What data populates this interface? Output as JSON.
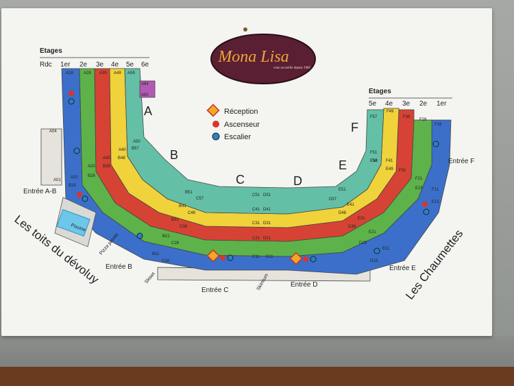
{
  "brand": {
    "name": "Mona Lisa",
    "tagline": "vous accueille depuis 1985"
  },
  "legend": [
    {
      "label": "Réception",
      "icon": "reception-icon",
      "color": "#f5a623"
    },
    {
      "label": "Ascenseur",
      "icon": "elevator-icon",
      "color": "#d9362b"
    },
    {
      "label": "Escalier",
      "icon": "stairs-icon",
      "color": "#2f7fc1"
    }
  ],
  "floors_left": {
    "title": "Etages",
    "labels": [
      "Rdc",
      "1er",
      "2e",
      "3e",
      "4e",
      "5e",
      "6e"
    ]
  },
  "floors_right": {
    "title": "Etages",
    "labels": [
      "5e",
      "4e",
      "3e",
      "2e",
      "1er"
    ]
  },
  "floor_colors": {
    "rdc": "#e9e6df",
    "1": "#3b6fc9",
    "2": "#5db34a",
    "3": "#d64334",
    "4": "#f0d23a",
    "5": "#63c0a6",
    "6": "#b35ab4"
  },
  "buildings": [
    "A",
    "B",
    "C",
    "D",
    "E",
    "F"
  ],
  "entrances": [
    "Entrée A-B",
    "Entrée B",
    "Entrée C",
    "Entrée D",
    "Entrée E",
    "Entrée F"
  ],
  "places": {
    "pool": "Piscine",
    "pizza": "Pizza pronto",
    "ski1": "Skiset",
    "ski2": "Skimium"
  },
  "neighbors": {
    "left": "Les toits du dévoluy",
    "right": "Les Chaumettes"
  },
  "units": {
    "A": [
      "A18",
      "A28",
      "A39",
      "A49",
      "A59",
      "A64",
      "A62",
      "A04",
      "A01",
      "A10",
      "A20",
      "A30",
      "A40",
      "A50"
    ],
    "B": [
      "B18",
      "B28",
      "B38",
      "B48",
      "B57",
      "B51",
      "B41",
      "B31",
      "B21",
      "B11"
    ],
    "C": [
      "C57",
      "C48",
      "C38",
      "C28",
      "C18",
      "C51",
      "C41",
      "C31",
      "C21",
      "C11"
    ],
    "D": [
      "D51",
      "D41",
      "D31",
      "D21",
      "D11",
      "D57",
      "D48",
      "D39",
      "D29",
      "D19"
    ],
    "E": [
      "E51",
      "E41",
      "E31",
      "E21",
      "E11"
    ],
    "F": [
      "F57",
      "F58",
      "F51",
      "F49",
      "F41",
      "F39",
      "F31",
      "F29",
      "F21",
      "F16",
      "F11",
      "E29",
      "E49",
      "E15",
      "E58"
    ]
  }
}
